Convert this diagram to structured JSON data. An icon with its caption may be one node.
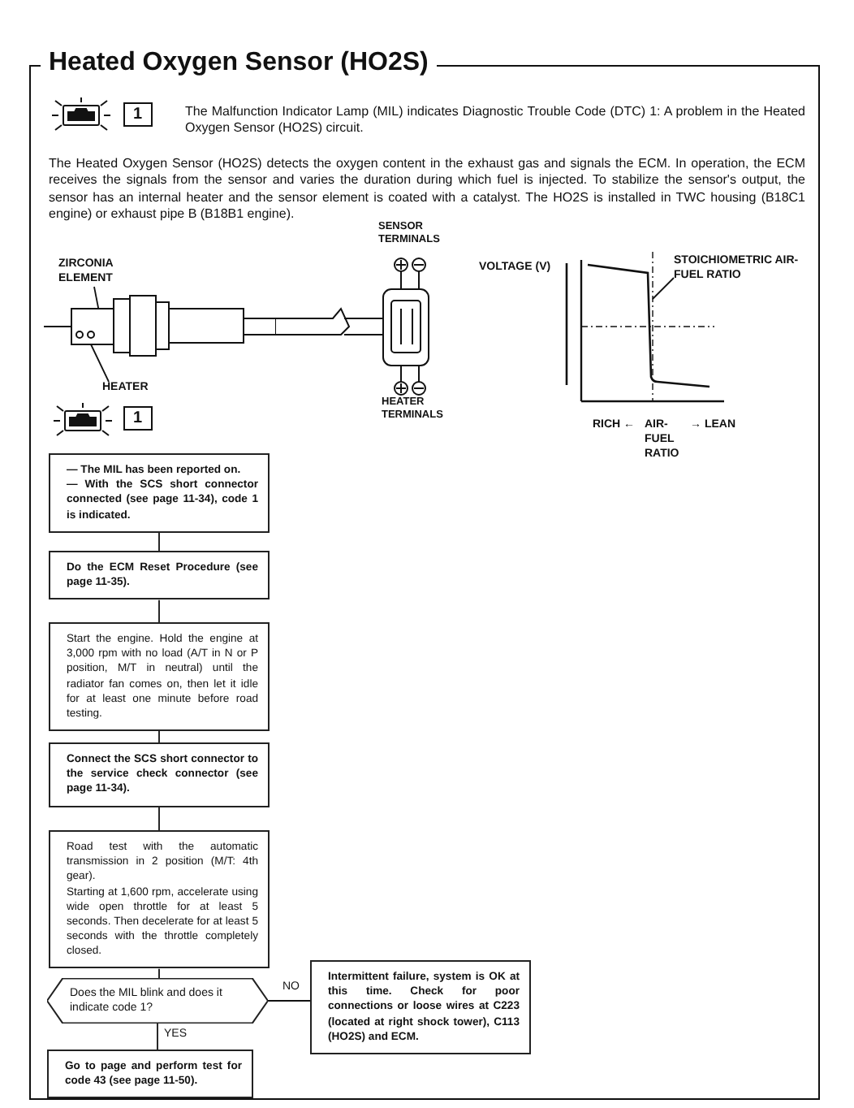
{
  "diagram": {
    "nodes": [
      {
        "text": [
          "Heated Oxygen Sensor (HO2S)"
        ]
      },
      {
        "text": [
          "ZIRCONIA ELEMENT"
        ],
        "in": 0
      },
      {
        "text": [
          "HEATER"
        ],
        "in": 0
      },
      {
        "text": [
          "STOICHIOMETRIC AIR-FUEL RATIO"
        ],
        "in": 0
      },
      {
        "text": [
          "— The MIL has been reported on.",
          "— With the SCS short connector connected (see page 11-34), code 1 is indicated."
        ],
        "in": 0
      },
      {
        "text": [
          "Do the ECM Reset Procedure (see page 11-35)."
        ],
        "in": 0
      },
      {
        "text": [
          "Start the engine. Hold the engine at 3,000 rpm with no load (A/T in N or P position, M/T in neutral) until the radiator fan comes on, then let it idle for at least one minute before road testing."
        ],
        "in": 0
      },
      {
        "text": [
          "Connect the SCS short connector to the service check connector (see page 11-34)."
        ],
        "in": 0
      },
      {
        "text": [
          "Road test with the automatic transmission in 2 position (M/T: 4th gear).",
          "Starting at 1,600 rpm, accelerate using wide open throttle for at least 5 seconds. Then decelerate for at least 5 seconds with the throttle completely closed."
        ],
        "in": 0
      },
      {
        "text": [
          "Does the MIL blink and does it indicate code 1?"
        ],
        "in": 0
      },
      {
        "text": [
          "Intermittent failure, system is OK at this time. Check for poor connections or loose wires at C223 (located at right shock tower), C113 (HO2S) and ECM."
        ],
        "in": 0
      },
      {
        "text": [
          "Go to page and perform test for code 43 (see page 11-50)."
        ],
        "in": 0
      }
    ],
    "edges": [
      {
        "from": 1,
        "to": null,
        "arrow": "none"
      },
      {
        "from": 2,
        "to": null,
        "arrow": "none"
      },
      {
        "from": 3,
        "to": null,
        "arrow": "none"
      },
      {
        "from": 4,
        "to": 5,
        "arrow": "none"
      },
      {
        "from": 5,
        "to": 6,
        "arrow": "none"
      },
      {
        "from": 6,
        "to": 7,
        "arrow": "none"
      },
      {
        "from": 7,
        "to": 8,
        "arrow": "none"
      },
      {
        "from": 8,
        "to": 9,
        "arrow": "none"
      },
      {
        "from": 9,
        "to": 10,
        "arrow": "none",
        "label": "NO"
      },
      {
        "from": 9,
        "to": 11,
        "arrow": "none",
        "label": "YES"
      }
    ],
    "labels": [
      "1",
      "The Malfunction Indicator Lamp (MIL) indicates Diagnostic Trouble Code (DTC) 1: A problem in the Heated Oxygen Sensor (HO2S) circuit.",
      "The Heated Oxygen Sensor (HO2S) detects the oxygen content in the exhaust gas and signals the ECM. In operation, the ECM receives the signals from the sensor and varies the duration during which fuel is injected. To stabilize the sensor's output, the sensor has an internal heater and the sensor element is coated with a catalyst. The HO2S is installed in TWC housing (B18C1 engine) or exhaust pipe B (B18B1 engine).",
      "SENSOR TERMINALS",
      "VOLTAGE (V)",
      "HEATER TERMINALS",
      "RICH ←",
      "AIR-FUEL RATIO",
      "→ LEAN",
      "1"
    ]
  }
}
